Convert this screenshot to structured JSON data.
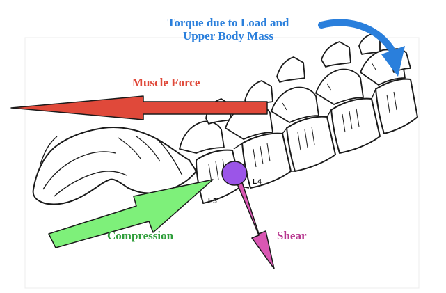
{
  "labels": {
    "torque_line1": "Torque due to Load and",
    "torque_line2": "Upper Body Mass",
    "muscle_force": "Muscle Force",
    "compression": "Compression",
    "shear": "Shear",
    "l5": "L5",
    "l4": "L4"
  },
  "colors": {
    "torque": "#2a7fdc",
    "muscle_force": "#e0493a",
    "compression": "#2e9e3a",
    "compression_fill": "#7ef07a",
    "shear": "#b8378f",
    "shear_fill": "#d957b3",
    "disc": "#9b55e8",
    "bone_outline": "#1a1a1a"
  },
  "icons": {
    "torque_arrow": "curved-arrow-icon",
    "muscle_arrow": "left-arrow-icon",
    "compression_arrow": "up-right-arrow-icon",
    "shear_arrow": "down-arrow-icon",
    "disc": "circle-icon"
  }
}
